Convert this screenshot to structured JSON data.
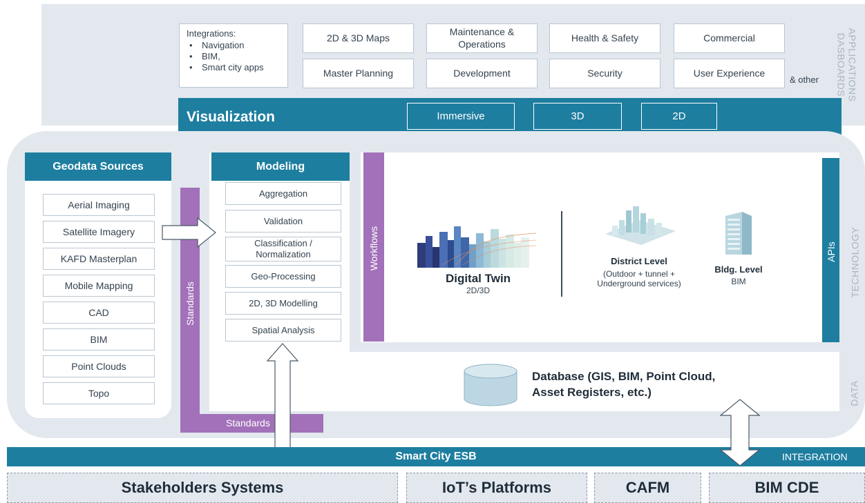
{
  "applications": {
    "integrations_title": "Integrations:",
    "integrations_items": [
      "Navigation",
      "BIM,",
      "Smart city apps"
    ],
    "boxes": {
      "maps": "2D & 3D Maps",
      "maintenance": "Maintenance & Operations",
      "health": "Health & Safety",
      "commercial": "Commercial",
      "master_planning": "Master Planning",
      "development": "Development",
      "security": "Security",
      "user_experience": "User Experience"
    },
    "other": "& other",
    "side_label_1": "APPLICATIONS",
    "side_label_2": "DASBOARDS"
  },
  "visualization": {
    "title": "Visualization",
    "immersive": "Immersive",
    "three_d": "3D",
    "two_d": "2D"
  },
  "geodata": {
    "title": "Geodata Sources",
    "items": [
      "Aerial Imaging",
      "Satellite Imagery",
      "KAFD Masterplan",
      "Mobile Mapping",
      "CAD",
      "BIM",
      "Point Clouds",
      "Topo"
    ]
  },
  "standards": {
    "vertical_label": "Standards",
    "horizontal_label": "Standards"
  },
  "modeling": {
    "title": "Modeling",
    "items": [
      "Aggregation",
      "Validation",
      "Classification / Normalization",
      "Geo-Processing",
      "2D, 3D Modelling",
      "Spatial Analysis"
    ]
  },
  "workflows": "Workflows",
  "apis": "APIs",
  "digital_twin": {
    "title": "Digital Twin",
    "subtitle": "2D/3D"
  },
  "district": {
    "title": "District Level",
    "subtitle": "(Outdoor + tunnel + Underground services)"
  },
  "building": {
    "title": "Bldg. Level",
    "subtitle": "BIM"
  },
  "database": "Database (GIS, BIM, Point Cloud, Asset Registers, etc.)",
  "side_labels": {
    "technology": "TECHNOLOGY",
    "data": "DATA"
  },
  "esb": {
    "title": "Smart City ESB",
    "side_label": "INTEGRATION"
  },
  "systems": {
    "stakeholders": "Stakeholders Systems",
    "iot": "IoT’s Platforms",
    "cafm": "CAFM",
    "bim_cde": "BIM CDE"
  },
  "colors": {
    "primary_teal": "#1e7ea0",
    "standards_purple": "#a271b9",
    "panel_gray": "#e2e8ee",
    "side_label_gray": "#a9b6c2"
  }
}
